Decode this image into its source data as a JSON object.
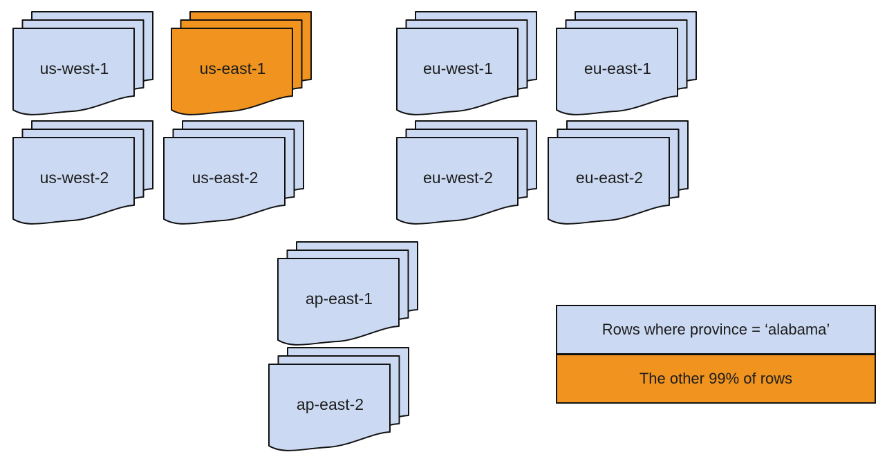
{
  "colors": {
    "background": "#ffffff",
    "partition_fill": "#cbdaf2",
    "highlight_fill": "#f0941f",
    "stroke": "#111111",
    "text": "#1c1c1c"
  },
  "stacks": [
    {
      "label": "us-west-1",
      "variant": "partition"
    },
    {
      "label": "us-east-1",
      "variant": "highlight"
    },
    {
      "label": "eu-west-1",
      "variant": "partition"
    },
    {
      "label": "eu-east-1",
      "variant": "partition"
    },
    {
      "label": "us-west-2",
      "variant": "partition"
    },
    {
      "label": "us-east-2",
      "variant": "partition"
    },
    {
      "label": "eu-west-2",
      "variant": "partition"
    },
    {
      "label": "eu-east-2",
      "variant": "partition"
    },
    {
      "label": "ap-east-1",
      "variant": "partition"
    },
    {
      "label": "ap-east-2",
      "variant": "partition"
    }
  ],
  "legend": {
    "items": [
      {
        "label": "Rows where province = ‘alabama’",
        "swatch": "partition"
      },
      {
        "label": "The other 99% of rows",
        "swatch": "highlight"
      }
    ]
  }
}
